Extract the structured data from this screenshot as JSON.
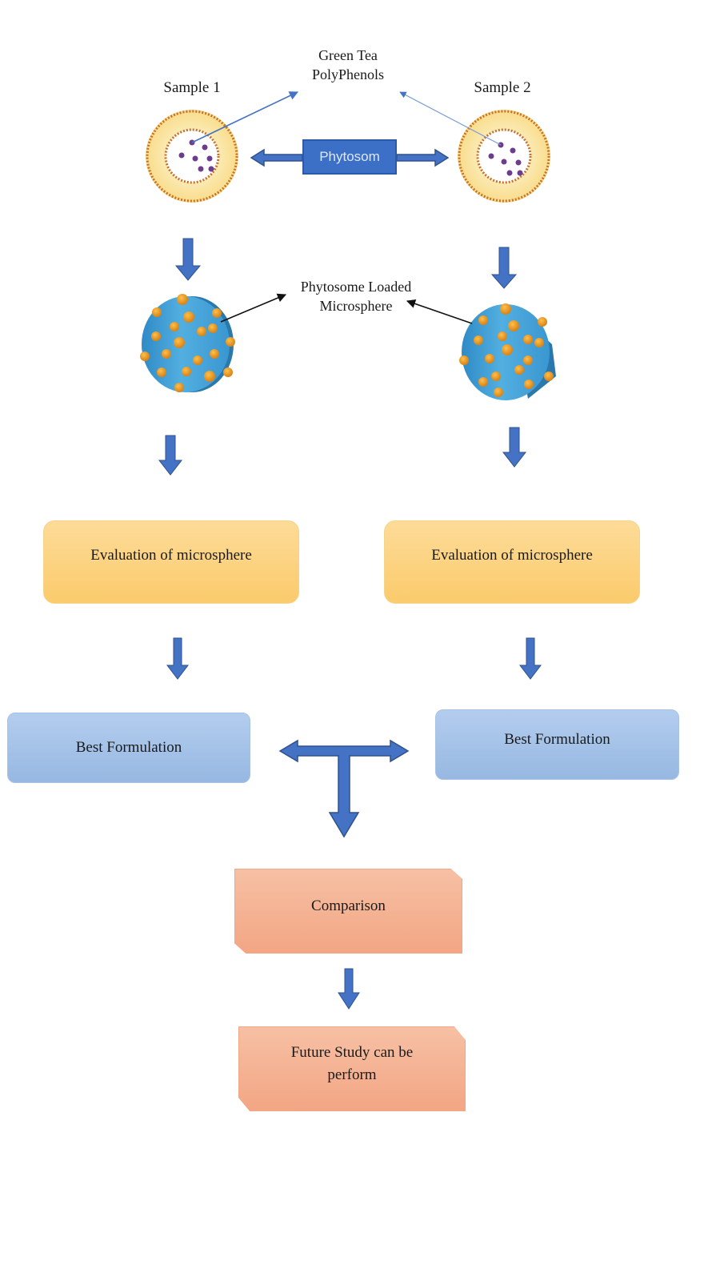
{
  "diagram": {
    "top": {
      "sample_1_label": "Sample 1",
      "sample_2_label": "Sample 2",
      "polyphenols_label_line1": "Green Tea",
      "polyphenols_label_line2": "PolyPhenols",
      "phytosom_label": "Phytosom"
    },
    "middle": {
      "microsphere_label_line1": "Phytosome Loaded",
      "microsphere_label_line2": "Microsphere"
    },
    "evaluation": {
      "left_label": "Evaluation of microsphere",
      "right_label": "Evaluation of microsphere"
    },
    "best_formulation": {
      "left_label": "Best Formulation",
      "right_label": "Best Formulation"
    },
    "comparison_label": "Comparison",
    "future_study_line1": "Future Study can be",
    "future_study_line2": "perform"
  },
  "colors": {
    "arrow_blue": "#4472c4",
    "arrow_outline": "#2f528f",
    "phytosom_box": "#3c6fc6",
    "evaluation_fill": "#fcd486",
    "best_formulation_fill": "#a6c3e8",
    "salmon_fill": "#f4b293",
    "liposome_yellow": "#fbe7a6",
    "liposome_head": "#c7702a",
    "polyphenol_dot": "#6b3d8c",
    "microsphere_blue": "#3f9fd6",
    "microsphere_dark": "#2b78ad",
    "particle_orange": "#f0a020"
  }
}
